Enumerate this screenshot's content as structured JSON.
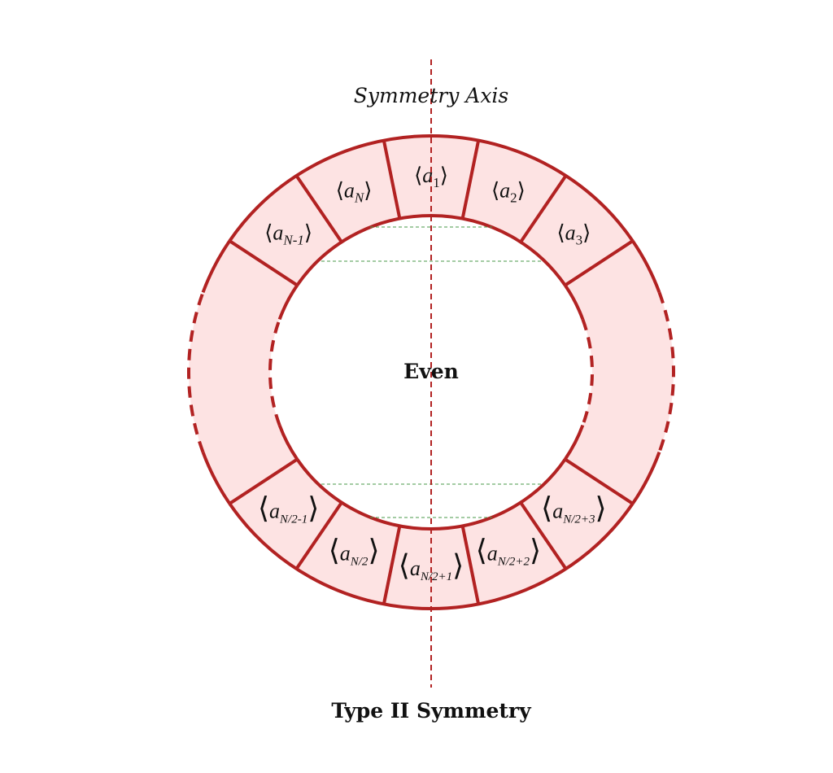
{
  "title": "Type II Symmetry",
  "axis_label": "Symmetry Axis",
  "center_label": "Even",
  "colors": {
    "stroke": "#b22222",
    "fill": "#fde3e3",
    "guide": "#4a9a4a",
    "axis": "#b22222"
  },
  "segments_total_slots": 16,
  "top_segments": [
    {
      "base": "a",
      "sub": "N-1",
      "slot": -2
    },
    {
      "base": "a",
      "sub": "N",
      "slot": -1
    },
    {
      "base": "a",
      "sub": "1",
      "slot": 0
    },
    {
      "base": "a",
      "sub": "2",
      "slot": 1
    },
    {
      "base": "a",
      "sub": "3",
      "slot": 2
    }
  ],
  "bottom_segments": [
    {
      "base": "a",
      "sub": "N/2+3",
      "slot": 6
    },
    {
      "base": "a",
      "sub": "N/2+2",
      "slot": 7
    },
    {
      "base": "a",
      "sub": "N/2+1",
      "slot": 8
    },
    {
      "base": "a",
      "sub": "N/2",
      "slot": 9
    },
    {
      "base": "a",
      "sub": "N/2-1",
      "slot": 10
    }
  ]
}
